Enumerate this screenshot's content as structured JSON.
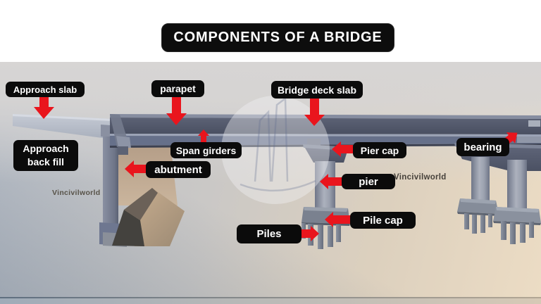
{
  "slide": {
    "title": "COMPONENTS OF A BRIDGE"
  },
  "labels": {
    "approach_slab": "Approach slab",
    "parapet": "parapet",
    "bridge_deck_slab": "Bridge deck slab",
    "approach_back_fill_line1": "Approach",
    "approach_back_fill_line2": "back fill",
    "span_girders": "Span girders",
    "abutment": "abutment",
    "pier_cap": "Pier cap",
    "bearing": "bearing",
    "pier": "pier",
    "pile_cap": "Pile cap",
    "piles": "Piles"
  },
  "watermarks": {
    "left": "Vincivilworld",
    "right": "Vincivilworld"
  },
  "callouts": [
    {
      "label": "Approach slab",
      "arrow_direction": "down"
    },
    {
      "label": "parapet",
      "arrow_direction": "down"
    },
    {
      "label": "Bridge deck slab",
      "arrow_direction": "down"
    },
    {
      "label": "Span girders",
      "arrow_direction": "up"
    },
    {
      "label": "abutment",
      "arrow_direction": "left"
    },
    {
      "label": "Pier cap",
      "arrow_direction": "left"
    },
    {
      "label": "bearing",
      "arrow_direction": "up-right"
    },
    {
      "label": "pier",
      "arrow_direction": "left"
    },
    {
      "label": "Pile cap",
      "arrow_direction": "left"
    },
    {
      "label": "Piles",
      "arrow_direction": "right"
    }
  ],
  "colors": {
    "arrow_red": "#e9151d",
    "label_bg": "#0b0b0b",
    "label_text": "#ffffff",
    "title_bg": "#0d0d0d",
    "deck_dark": "#4d5366",
    "concrete_light": "#a9aeb9",
    "background_cool": "#b3bac4",
    "background_warm": "#ecdcc4"
  }
}
